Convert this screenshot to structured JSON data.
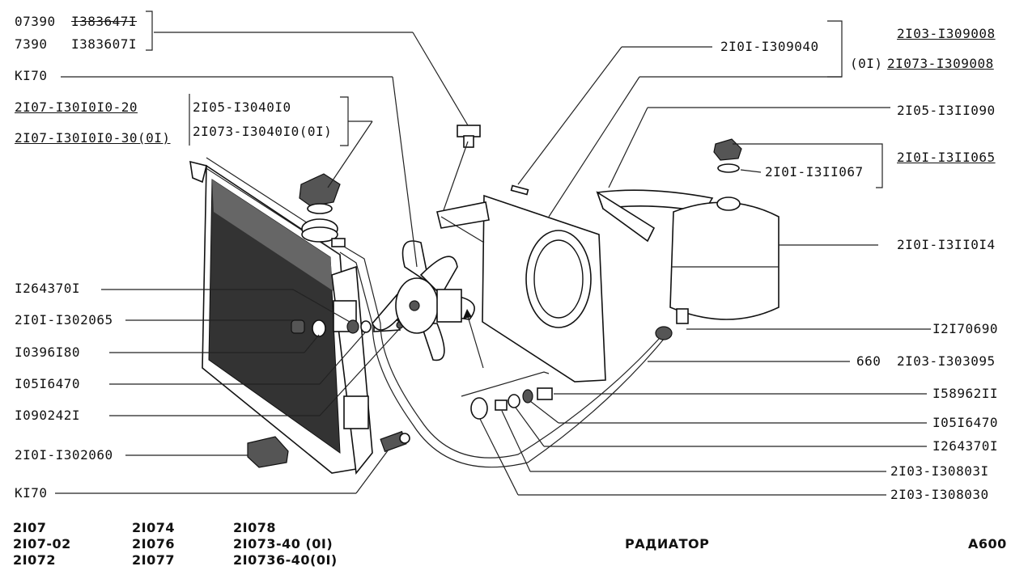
{
  "labels": {
    "l1": "07390",
    "l2": "I383647I",
    "l3": "7390",
    "l4": "I383607I",
    "l5": "KI70",
    "l6": "2I07-I30I0I0-20",
    "l7": "2I07-I30I0I0-30(0I)",
    "l8": "2I05-I3040I0",
    "l9": "2I073-I3040I0(0I)",
    "l10": "I264370I",
    "l11": "2I0I-I302065",
    "l12": "I0396I80",
    "l13": "I05I6470",
    "l14": "I090242I",
    "l15": "2I0I-I302060",
    "l16": "KI70",
    "r1": "2I0I-I309040",
    "r2": "2I03-I309008",
    "r3": "(0I)",
    "r4": "2I073-I309008",
    "r5": "2I05-I3II090",
    "r6": "2I0I-I3II065",
    "r7": "2I0I-I3II067",
    "r8": "2I0I-I3II0I4",
    "r9": "I2I70690",
    "r10": "660",
    "r11": "2I03-I303095",
    "r12": "I58962II",
    "r13": "I05I6470",
    "r14": "I264370I",
    "r15": "2I03-I30803I",
    "r16": "2I03-I308030"
  },
  "footer": {
    "models": [
      "2I07",
      "2I07-02",
      "2I072",
      "2I074",
      "2I076",
      "2I077",
      "2I078",
      "2I073-40 (0I)",
      "2I0736-40(0I)"
    ],
    "title": "РАДИАТОР",
    "code": "A600"
  }
}
